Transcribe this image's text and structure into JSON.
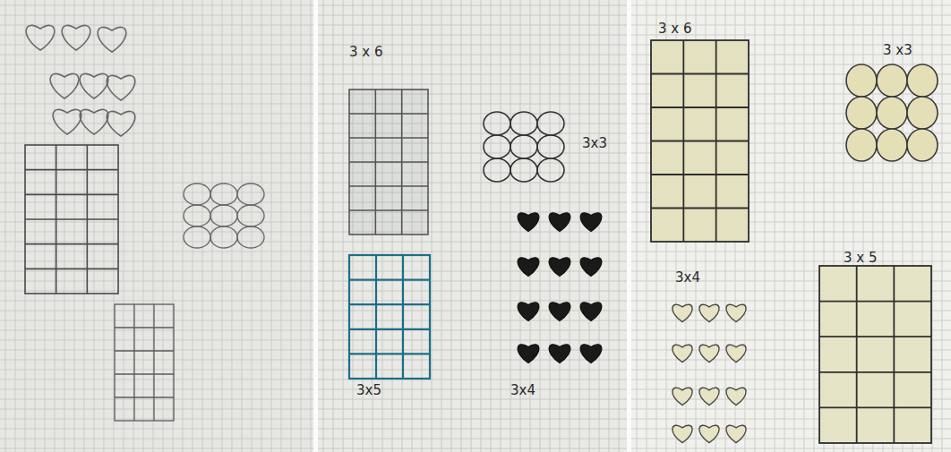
{
  "diagram": {
    "labels": [
      "3 x 6",
      "3x3",
      "3x5",
      "3x4",
      "3 x 6",
      "3 x3",
      "3x4",
      "3 x 5"
    ]
  }
}
